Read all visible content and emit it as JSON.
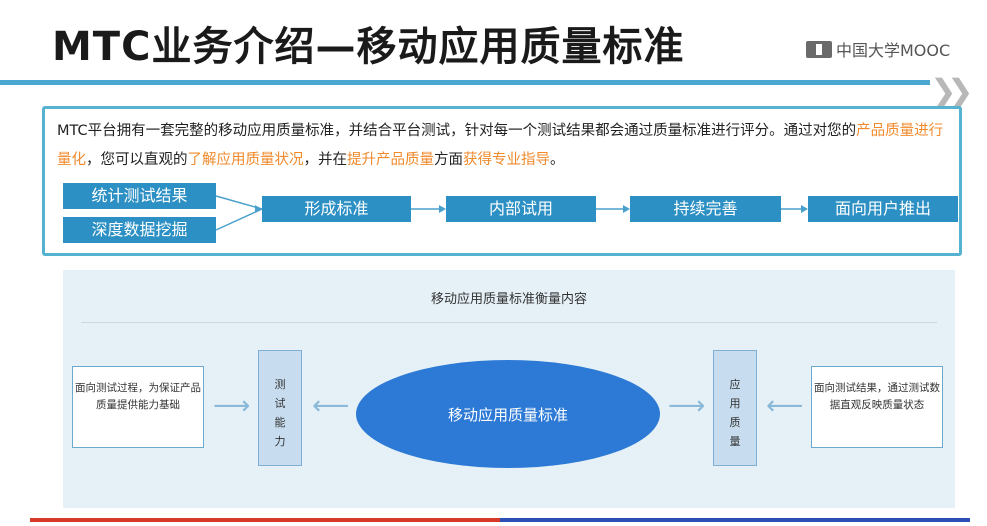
{
  "header": {
    "title": "MTC业务介绍—移动应用质量标准",
    "brand": "中国大学MOOC",
    "brand_icon": "mooc-logo-icon"
  },
  "intro": {
    "p1": "MTC平台拥有一套完整的移动应用质量标准，并结合平台测试，针对每一个测试结果都会通过质量标准进行评分。通过对您的",
    "h1": "产品质量进行量化",
    "p2": "，您可以直观的",
    "h2": "了解应用质量状况",
    "p3": "，并在",
    "h3": "提升产品质量",
    "p4": "方面",
    "h4": "获得专业指导",
    "p5": "。",
    "highlight_color": "#f08a2c"
  },
  "flow": {
    "inputs": [
      "统计测试结果",
      "深度数据挖掘"
    ],
    "steps": [
      "形成标准",
      "内部试用",
      "持续完善",
      "面向用户推出"
    ]
  },
  "diagram": {
    "title": "移动应用质量标准衡量内容",
    "left_box": "面向测试过程，为保证产品质量提供能力基础",
    "left_vertical": "测试能力",
    "center": "移动应用质量标准",
    "right_vertical": "应用质量",
    "right_box": "面向测试结果，通过测试数据直观反映质量状态"
  },
  "colors": {
    "accent": "#2d90c4",
    "border": "#56b3cf",
    "ellipse": "#2c7ad6",
    "bottom_red": "#d83a2a",
    "bottom_blue": "#2c4fb5"
  }
}
